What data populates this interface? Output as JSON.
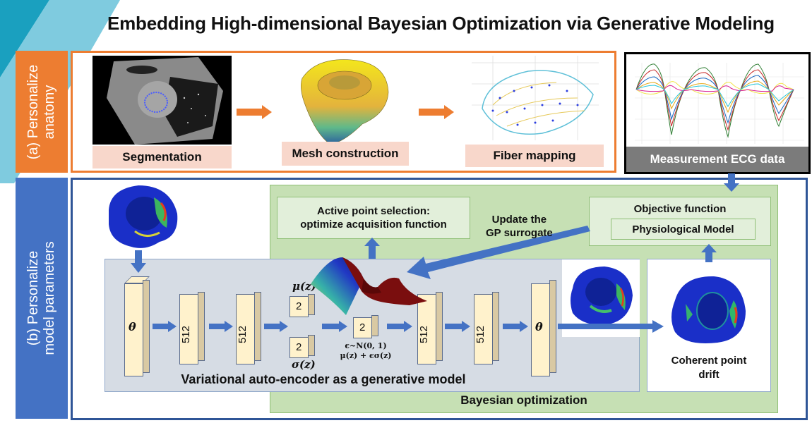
{
  "title": "Embedding High-dimensional Bayesian Optimization via  Generative Modeling",
  "section_a": {
    "side_label_line1": "(a) Personalize",
    "side_label_line2": "anatomy",
    "steps": [
      {
        "label": "Segmentation",
        "image": "ct-scan-segmentation"
      },
      {
        "label": "Mesh construction",
        "image": "heart-mesh"
      },
      {
        "label": "Fiber mapping",
        "image": "fiber-map"
      }
    ],
    "ecg_label": "Measurement ECG data"
  },
  "section_b": {
    "side_label_line1": "(b) Personalize",
    "side_label_line2": "model parameters",
    "active_point_line1": "Active point selection:",
    "active_point_line2": "optimize acquisition function",
    "update_line1": "Update the",
    "update_line2": "GP surrogate",
    "objective_title": "Objective function",
    "physiological_model": "Physiological Model",
    "bayesian_label": "Bayesian optimization",
    "vae_label": "Variational auto-encoder as a generative model",
    "cpd_line1": "Coherent point",
    "cpd_line2": "drift",
    "encoder": {
      "input": "θ",
      "hidden1": "512",
      "hidden2": "512"
    },
    "latent": {
      "mu_label": "μ(z)",
      "sigma_label": "σ(z)",
      "mu_dim": "2",
      "sigma_dim": "2",
      "z_dim": "2",
      "eps_line": "ϵ~N(0, 1)",
      "reparam_line": "μ(z) + ϵσ(z)"
    },
    "decoder": {
      "hidden1": "512",
      "hidden2": "512",
      "output": "θ"
    }
  },
  "colors": {
    "orange": "#ed7d31",
    "blue": "#4472c4",
    "dark_blue": "#2f5597",
    "green_region": "#c6e0b4",
    "light_green": "#e2efda",
    "vae_region": "#d6dce4",
    "pink_label": "#f8d7cb",
    "block_face": "#fff2cc",
    "gray_label": "#7b7b7b"
  }
}
